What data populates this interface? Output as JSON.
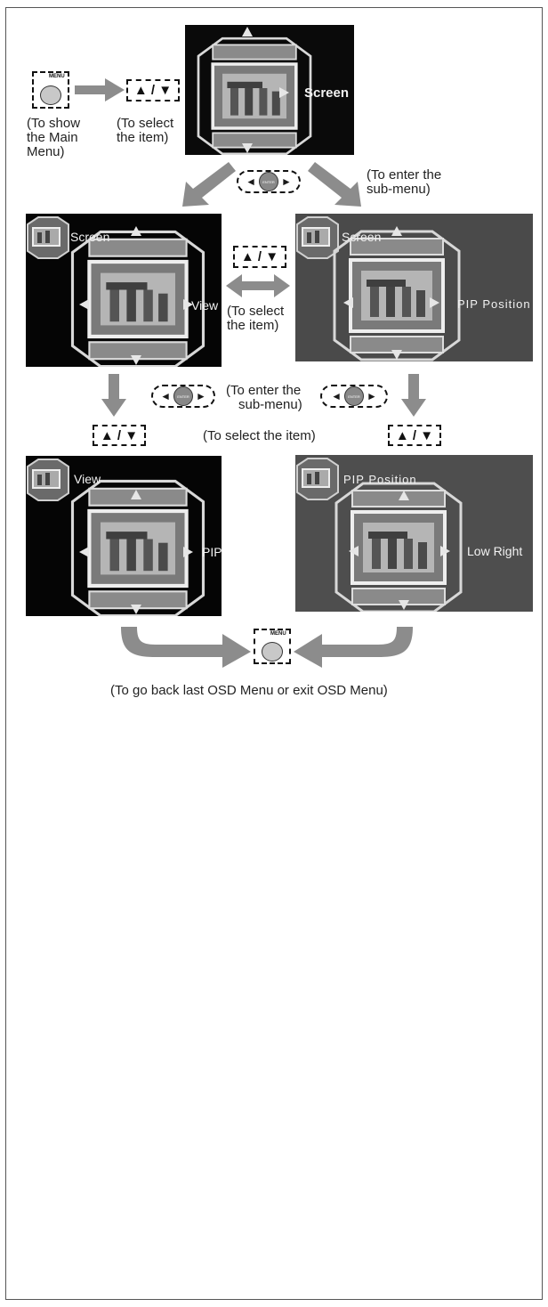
{
  "main_screen": {
    "label": "Screen"
  },
  "screen_menu": {
    "label": "Screen",
    "option": "View"
  },
  "pip_menu": {
    "label": "Screen",
    "option": "PIP Position"
  },
  "view_menu": {
    "label": "View",
    "option": "PIP"
  },
  "position_menu": {
    "label": "PIP Position",
    "option": "Low Right"
  },
  "keys": {
    "menu": "MENU",
    "enter": "ENTER",
    "up_down": "▲ / ▼",
    "left": "◄",
    "right": "►"
  },
  "captions": {
    "show_main_1": "(To show",
    "show_main_2": "the Main",
    "show_main_3": "Menu)",
    "select_1": "(To select",
    "select_2": "the item)",
    "enter_sub_1": "(To enter the",
    "enter_sub_2": "sub-menu)",
    "select_mid_1": "(To select",
    "select_mid_2": "the item)",
    "enter_sub_mid_1": "(To enter the",
    "enter_sub_mid_2": "sub-menu)",
    "select_row": "(To select the item)",
    "go_back": "(To go back last OSD Menu or exit OSD Menu)"
  },
  "colors": {
    "arrow": "#8c8c8c",
    "screen_dark": "#050505",
    "screen_grey": "#4a4a4a"
  }
}
